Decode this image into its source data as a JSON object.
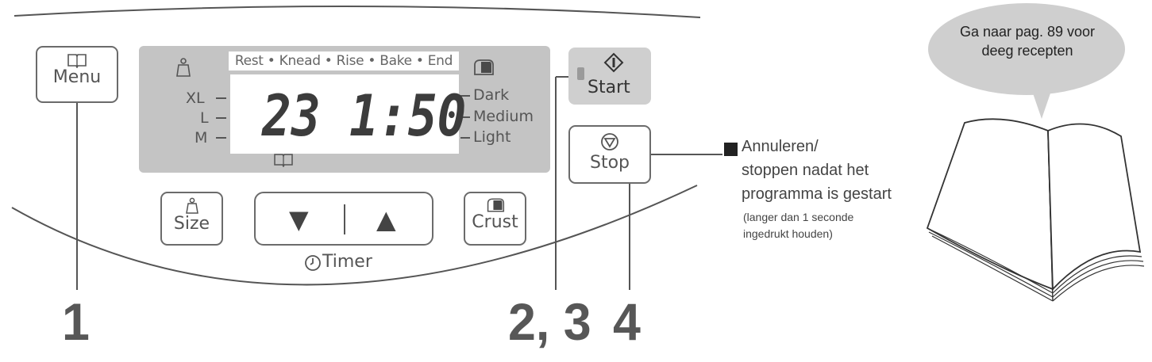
{
  "panel": {
    "menu_label": "Menu",
    "start_label": "Start",
    "stop_label": "Stop",
    "size_label": "Size",
    "crust_label": "Crust",
    "timer_label": "Timer",
    "down_arrow": "▼",
    "up_arrow": "▲"
  },
  "display": {
    "stages": "Rest • Knead • Rise • Bake • End",
    "size_levels": [
      "XL",
      "L",
      "M"
    ],
    "crust_levels": [
      "Dark",
      "Medium",
      "Light"
    ],
    "menu_number": "23",
    "time": "1:50"
  },
  "callouts": {
    "step1": "1",
    "step23": "2, 3",
    "step4": "4"
  },
  "stop_note": {
    "line1": "Annuleren/",
    "line2": "stoppen nadat het",
    "line3": "programma is gestart",
    "line4": "(langer dan 1 seconde",
    "line5": "ingedrukt houden)"
  },
  "book_note": {
    "line1": "Ga naar pag. 89 voor",
    "line2": "deeg recepten"
  },
  "icons": {
    "menu": "book-icon",
    "start": "start-diamond-icon",
    "stop": "stop-triangle-icon",
    "size": "weight-icon",
    "crust": "bread-icon",
    "timer": "clock-icon"
  }
}
